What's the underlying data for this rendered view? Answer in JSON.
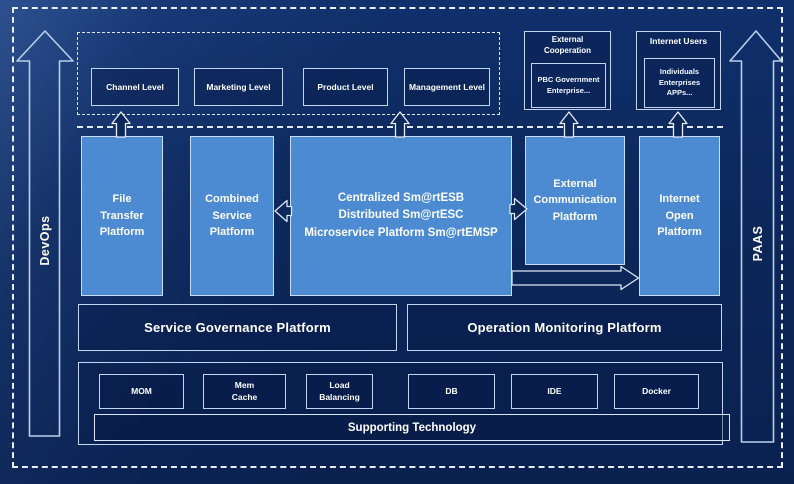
{
  "diagram": {
    "left_rail_label": "DevOps",
    "right_rail_label": "PAAS",
    "top_levels": {
      "channel": "Channel Level",
      "marketing": "Marketing Level",
      "product": "Product Level",
      "management": "Management Level"
    },
    "external_cooperation": {
      "title": "External\nCooperation",
      "members": "PBC Government\nEnterprise..."
    },
    "internet_users": {
      "title": "Internet Users",
      "members": "Individuals\nEnterprises\nAPPs..."
    },
    "platforms": {
      "file_transfer": "File\nTransfer\nPlatform",
      "combined_service": "Combined\nService\nPlatform",
      "esb_core": "Centralized Sm@rtESB\nDistributed Sm@rtESC\nMicroservice Platform Sm@rtEMSP",
      "external_communication": "External\nCommunication\nPlatform",
      "internet_open": "Internet\nOpen\nPlatform"
    },
    "governance_label": "Service Governance Platform",
    "monitoring_label": "Operation Monitoring Platform",
    "supporting": {
      "technologies": {
        "mom": "MOM",
        "mem_cache": "Mem\nCache",
        "load_balancing": "Load\nBalancing",
        "db": "DB",
        "ide": "IDE",
        "docker": "Docker"
      },
      "bar_label": "Supporting Technology"
    }
  },
  "colors": {
    "background": "#0c2759",
    "platform_blue": "#4c8ad2",
    "box_border": "#c2d7ef",
    "dashed_border": "#e8eef9",
    "text": "#ffffff"
  }
}
